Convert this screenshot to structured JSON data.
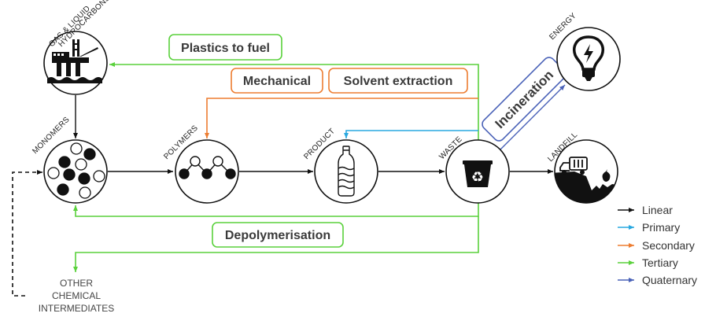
{
  "colors": {
    "linear": "#111111",
    "primary": "#29a8e0",
    "secondary": "#ed7d31",
    "tertiary": "#5ad13c",
    "quaternary": "#4a62b8"
  },
  "nodes": {
    "hydrocarbons": {
      "label_line1": "GAS & LIQUID",
      "label_line2": "HYDROCARBONS",
      "icon": "oil-platform-icon"
    },
    "monomers": {
      "label": "MONOMERS",
      "icon": "monomer-dots-icon"
    },
    "polymers": {
      "label": "POLYMERS",
      "icon": "polymer-chain-icon"
    },
    "product": {
      "label": "PRODUCT",
      "icon": "bottle-icon"
    },
    "waste": {
      "label": "WASTE",
      "icon": "recycle-bin-icon"
    },
    "landfill": {
      "label": "LANDFILL",
      "icon": "landfill-truck-icon"
    },
    "energy": {
      "label": "ENERGY",
      "icon": "lightbulb-icon"
    },
    "other": {
      "line1": "OTHER",
      "line2": "CHEMICAL",
      "line3": "INTERMEDIATES"
    }
  },
  "processes": {
    "plastics_to_fuel": "Plastics to fuel",
    "mechanical": "Mechanical",
    "solvent_extraction": "Solvent extraction",
    "incineration": "Incineration",
    "depolymerisation": "Depolymerisation"
  },
  "legend": [
    {
      "label": "Linear",
      "color_key": "linear"
    },
    {
      "label": "Primary",
      "color_key": "primary"
    },
    {
      "label": "Secondary",
      "color_key": "secondary"
    },
    {
      "label": "Tertiary",
      "color_key": "tertiary"
    },
    {
      "label": "Quaternary",
      "color_key": "quaternary"
    }
  ]
}
